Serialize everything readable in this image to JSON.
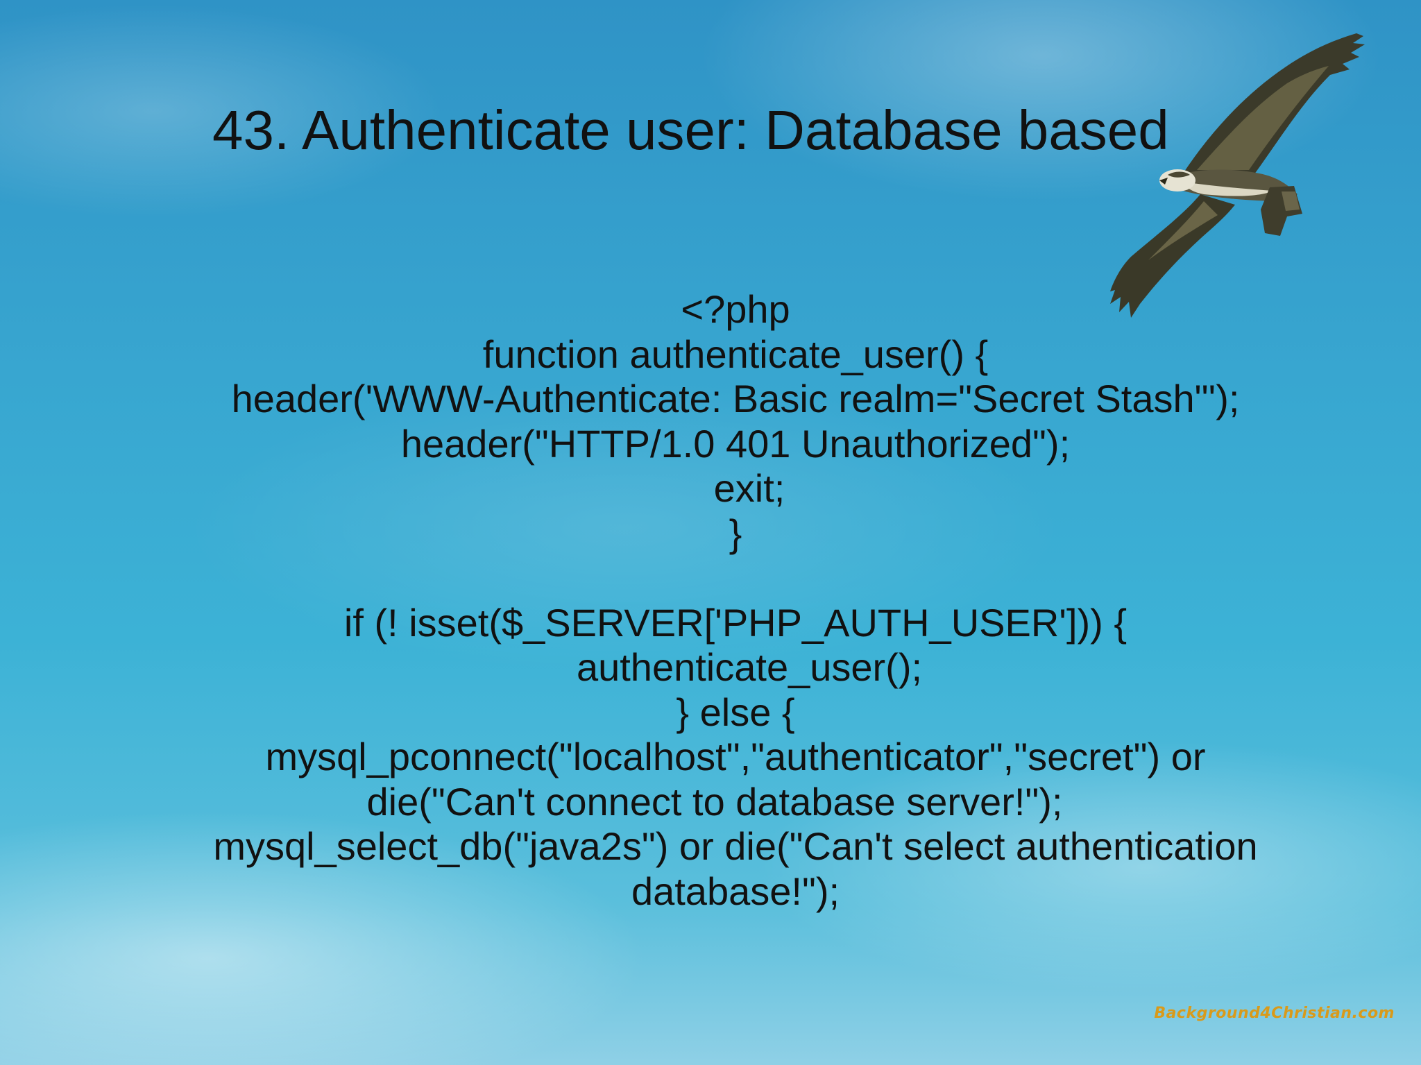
{
  "slide": {
    "title": "43. Authenticate user: Database based",
    "code_lines": [
      "<?php",
      "function authenticate_user() {",
      "header('WWW-Authenticate: Basic realm=\"Secret Stash\"');",
      "header(\"HTTP/1.0 401 Unauthorized\");",
      "exit;",
      "}",
      "",
      "if (! isset($_SERVER['PHP_AUTH_USER'])) {",
      "authenticate_user();",
      "} else {",
      "mysql_pconnect(\"localhost\",\"authenticator\",\"secret\") or",
      "die(\"Can't connect to database server!\");",
      "mysql_select_db(\"java2s\") or die(\"Can't select authentication",
      "database!\");"
    ],
    "watermark": "Background4Christian.com"
  },
  "colors": {
    "sky_top": "#2f93c6",
    "sky_bottom": "#8fd0e6",
    "text": "#111111",
    "watermark": "#d99a1a"
  },
  "decorations": {
    "bird": "osprey-icon"
  }
}
